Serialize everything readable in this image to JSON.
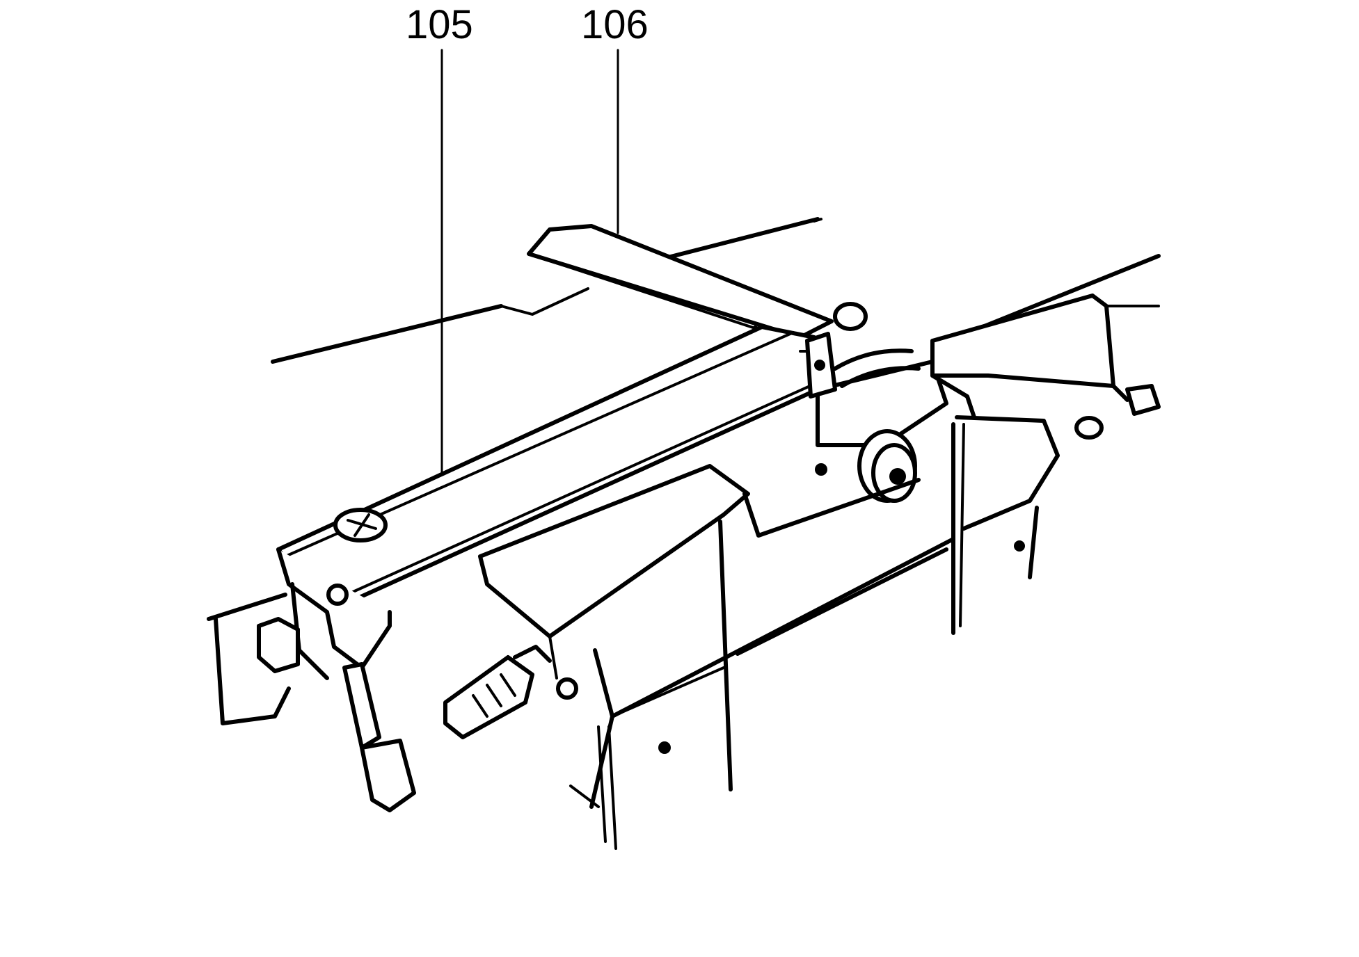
{
  "callouts": [
    {
      "id": "105",
      "label": "105"
    },
    {
      "id": "106",
      "label": "106"
    }
  ],
  "colors": {
    "line": "#000000",
    "background": "#ffffff"
  }
}
